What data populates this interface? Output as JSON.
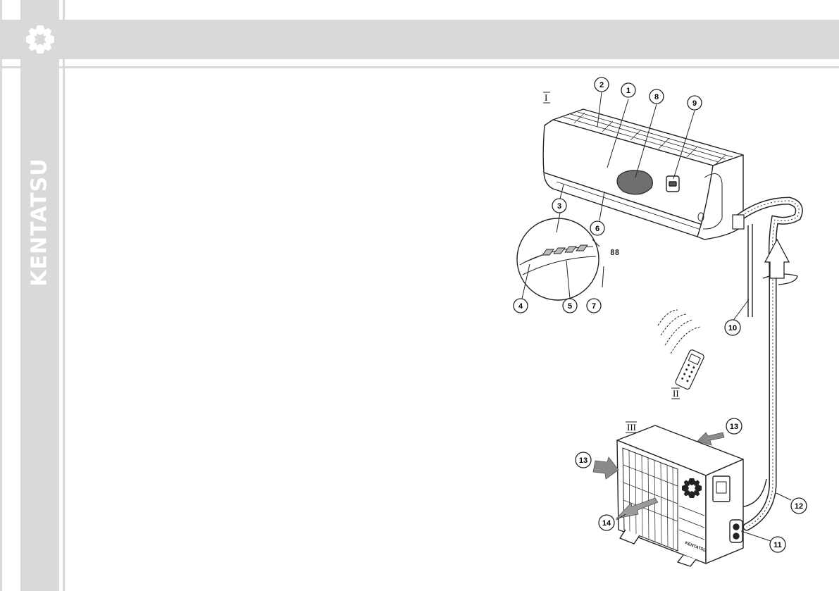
{
  "brand": {
    "name": "KENTATSU"
  },
  "panel_labels": {
    "indoor": "I",
    "remote": "II",
    "outdoor": "III"
  },
  "display_text": "88",
  "outdoor_brand": "KENTATSU",
  "callouts": [
    "1",
    "2",
    "3",
    "4",
    "5",
    "6",
    "7",
    "8",
    "9",
    "10",
    "11",
    "12",
    "13",
    "14"
  ],
  "icons": [
    "kentatsu-flower-logo-icon",
    "remote-signal-icon",
    "airflow-arrow-icon"
  ],
  "colors": {
    "band": "#d9d9d9",
    "line": "#222222",
    "arrow": "#8a8a8a"
  }
}
